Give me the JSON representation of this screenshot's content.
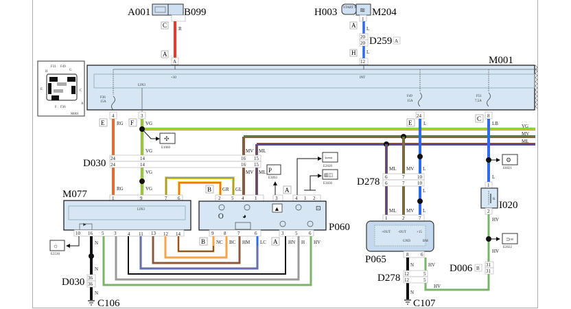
{
  "components": {
    "A001": "A001",
    "B099": "B099",
    "H003": "H003",
    "M204": "M204",
    "D259": "D259",
    "M001": "M001",
    "D030_top": "D030",
    "M077": "M077",
    "P060": "P060",
    "D278_top": "D278",
    "P065": "P065",
    "D278_bot": "D278",
    "D030_bot": "D030",
    "C106": "C106",
    "C107": "C107",
    "I020": "I020",
    "D006": "D006"
  },
  "tags": {
    "C": "C",
    "A": "A",
    "H": "H",
    "E": "E",
    "F": "F",
    "B": "B"
  },
  "fuses": {
    "f36": "F36",
    "f36a": "15A",
    "f49": "F49",
    "f49a": "15A",
    "f51": "F51",
    "f51a": "7,5A"
  },
  "m001_signals": {
    "p30": "+30",
    "int": "INT",
    "lin3": "LIN3"
  },
  "m001_pins": {
    "A": "A",
    "12": "12",
    "4": "4",
    "3": "3",
    "24": "24",
    "8": "8"
  },
  "bus_labels": {
    "vg": "VG",
    "mv": "MV",
    "ml": "ML"
  },
  "wire_labels": {
    "R": "R",
    "L": "L",
    "RG": "RG",
    "VG": "VG",
    "LB": "LB",
    "MV": "MV",
    "ML": "ML",
    "GR": "GR",
    "GL": "GL",
    "N": "N",
    "HV": "HV",
    "NC": "NC",
    "BC": "BC",
    "HM": "HM",
    "LC": "LC",
    "HN": "HN",
    "H": "H"
  },
  "inset": {
    "F31": "F31",
    "F49": "F49",
    "H": "H",
    "G": "G",
    "E": "E",
    "C": "C",
    "A": "A",
    "F": "F",
    "F36": "F36",
    "M001": "M001"
  },
  "connectors": {
    "d030_top": [
      "24",
      "14",
      "16",
      "15"
    ],
    "d259": [
      "20",
      "20"
    ],
    "d278_top": [
      "6",
      "7",
      "10"
    ],
    "m077_top": [
      "1",
      "9",
      "7",
      "6"
    ],
    "m077_bot": [
      "10",
      "16",
      "5",
      "3",
      "4",
      "11",
      "13",
      "12",
      "14"
    ],
    "p060_top": [
      "2",
      "5",
      "4",
      "1",
      "3",
      "4",
      "1",
      "2"
    ],
    "p060_bot": [
      "9",
      "8",
      "7",
      "6",
      "3",
      "5",
      "6"
    ],
    "p065_top": [
      "1",
      "2",
      "7"
    ],
    "p065_bot": [
      "8",
      "6"
    ],
    "d278_bot": [
      "12",
      "5"
    ],
    "d030_bot": [
      "36",
      "36"
    ],
    "d006": [
      "31",
      "31"
    ],
    "i020": [
      "1",
      "2"
    ],
    "m204": "1"
  },
  "m077": {
    "lin": "LIN3"
  },
  "p065": {
    "out_p": "+OUT",
    "out_n": "-OUT",
    "p15": "+15",
    "gnd": "GND",
    "bm": "BM"
  },
  "i020": {
    "r": "R"
  },
  "refs": {
    "E1060": "E1060",
    "E2020": "E2020",
    "E3030": "E3030",
    "E3093": "E3093",
    "E6021": "E6021",
    "E2022": "E2022",
    "E2530": "E2530"
  },
  "h003_text": "START STOP",
  "colors": {
    "red": "#e8392a",
    "blue": "#2f6be8",
    "orange_red": "#e66a2c",
    "green": "#72c13a",
    "yellow": "#f5d020",
    "brown": "#8b5a3c",
    "grey": "#9a9a9a",
    "black": "#111111",
    "sage": "#7ab36a",
    "orange": "#f7a34a",
    "panel": "#d6e6f5"
  }
}
